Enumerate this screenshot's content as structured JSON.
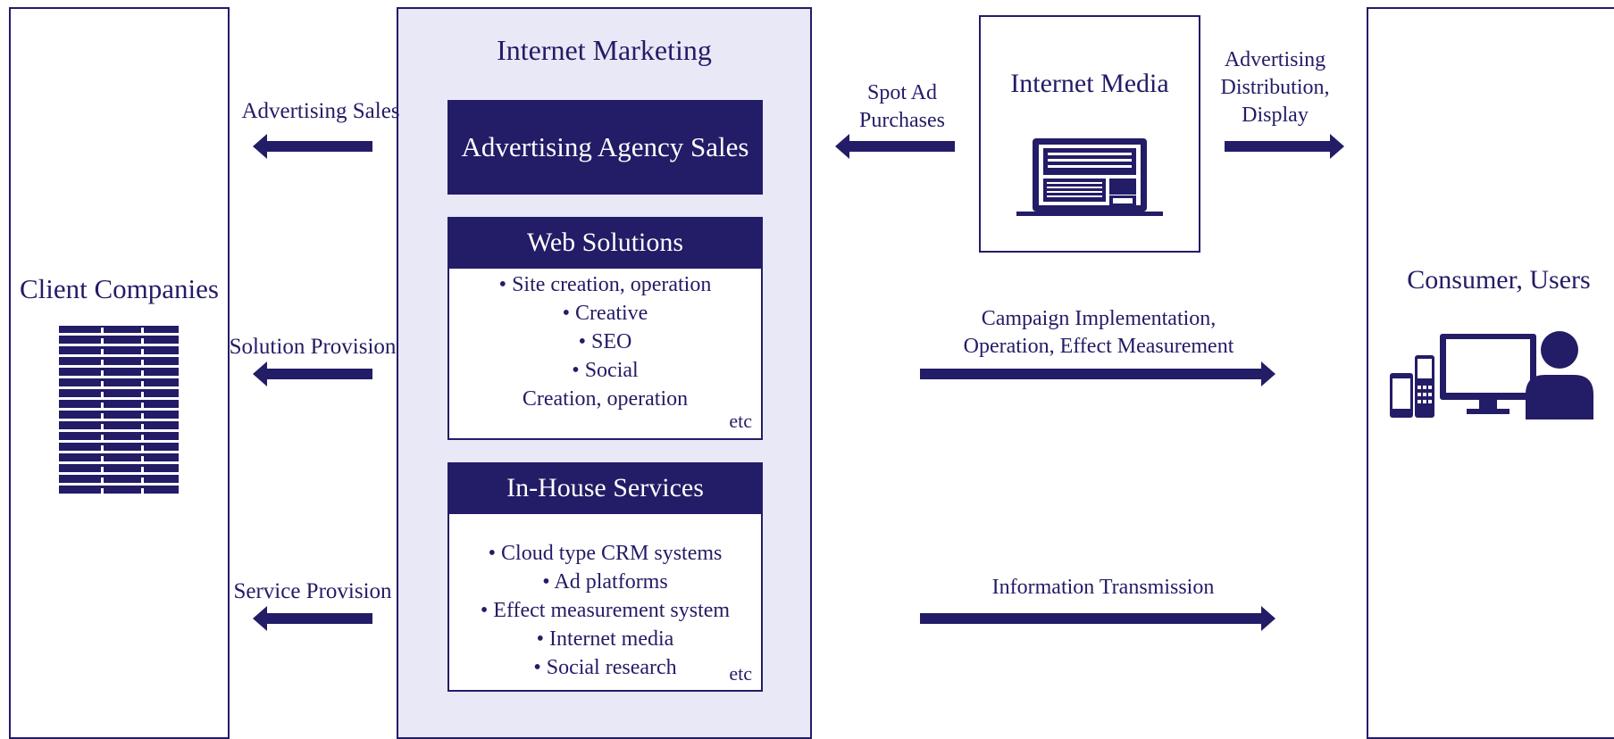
{
  "colors": {
    "navy": "#231c66",
    "marketing_bg": "#e8e8f6",
    "white": "#ffffff"
  },
  "client": {
    "title": "Client Companies",
    "icon": "office-building-icon"
  },
  "consumer": {
    "title": "Consumer, Users",
    "icon": "devices-and-user-icon"
  },
  "marketing": {
    "title": "Internet Marketing",
    "agency": {
      "title": "Advertising Agency Sales"
    },
    "web": {
      "title": "Web Solutions",
      "items": [
        "• Site creation, operation",
        "• Creative",
        "• SEO",
        "• Social",
        "Creation, operation"
      ],
      "etc": "etc"
    },
    "inhouse": {
      "title": "In-House Services",
      "items": [
        "• Cloud type CRM systems",
        "• Ad platforms",
        "• Effect measurement system",
        "• Internet media",
        "• Social research"
      ],
      "etc": "etc"
    }
  },
  "media": {
    "title": "Internet Media",
    "icon": "laptop-webpage-icon"
  },
  "arrows": {
    "advertising_sales": "Advertising Sales",
    "solution_provision": "Solution Provision",
    "service_provision": "Service Provision",
    "spot_ad": [
      "Spot Ad",
      "Purchases"
    ],
    "distribution": [
      "Advertising",
      "Distribution,",
      "Display"
    ],
    "campaign": [
      "Campaign Implementation,",
      "Operation, Effect Measurement"
    ],
    "information": "Information Transmission"
  }
}
